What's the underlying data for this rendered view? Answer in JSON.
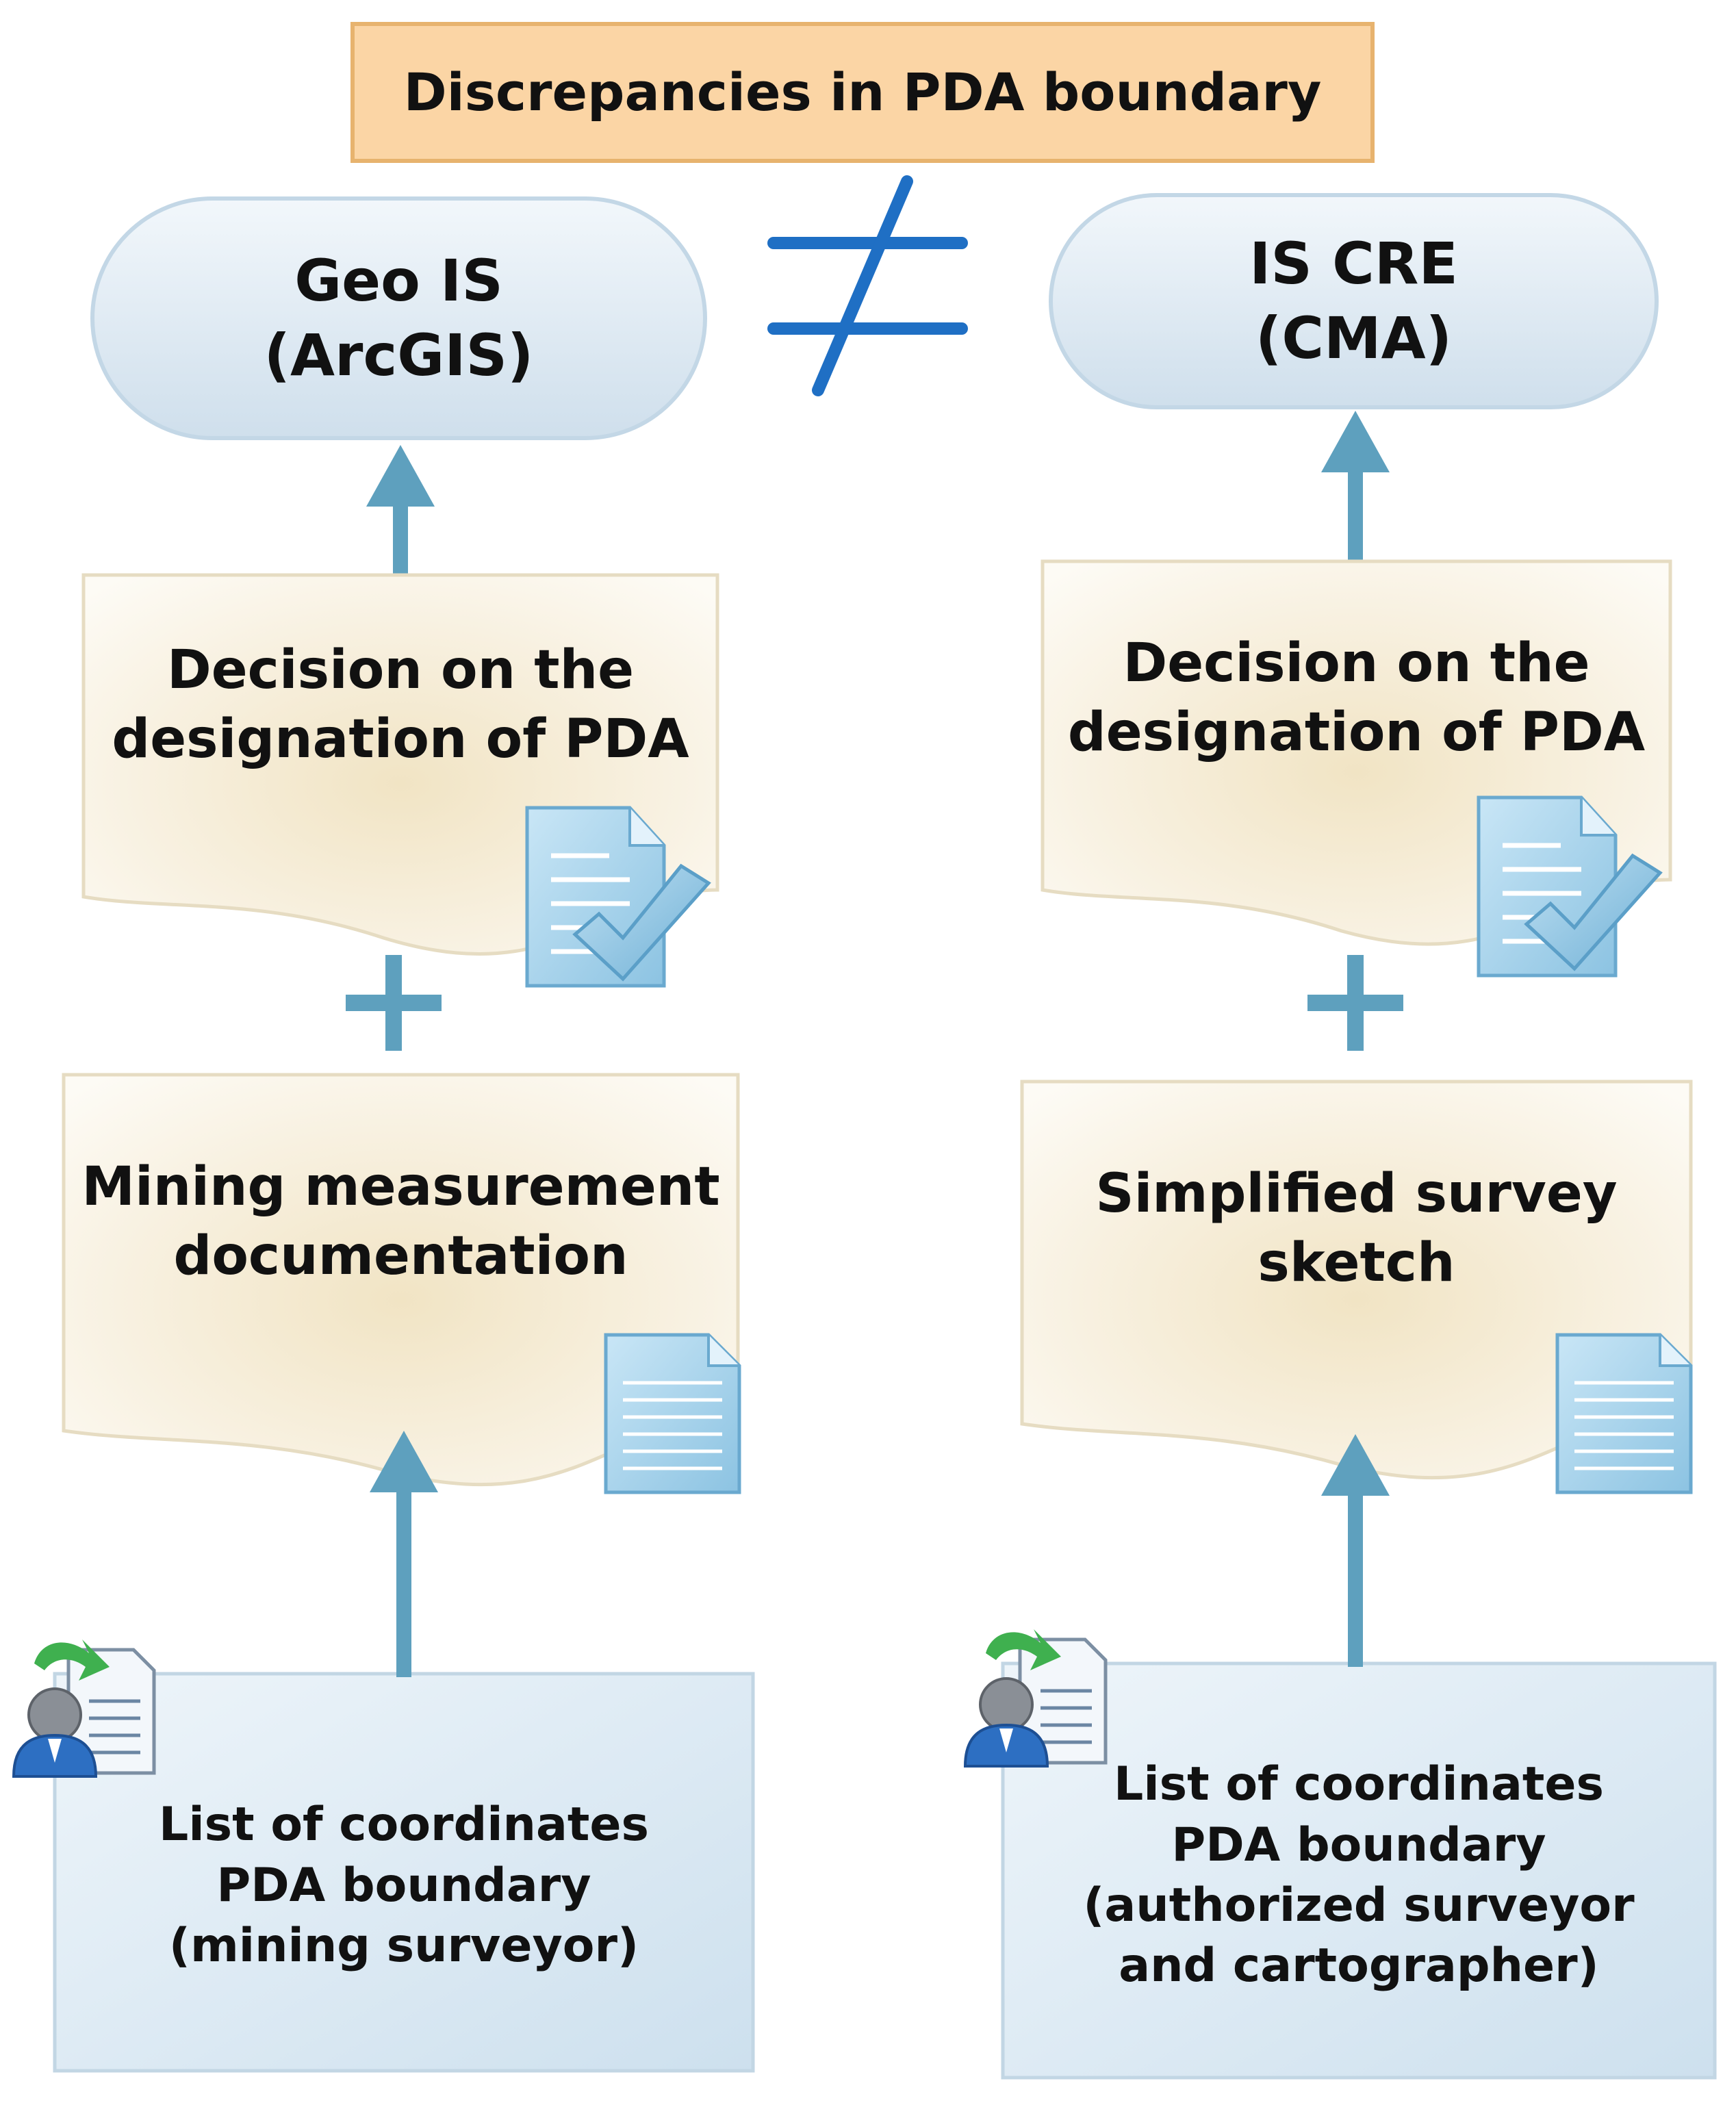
{
  "title": "Discrepancies in PDA boundary",
  "left": {
    "system": [
      "Geo IS",
      "(ArcGIS)"
    ],
    "decision": [
      "Decision on the",
      "designation of PDA"
    ],
    "documentation": [
      "Mining measurement",
      "documentation"
    ],
    "coordinates": [
      "List of coordinates",
      "PDA boundary",
      "(mining surveyor)"
    ]
  },
  "right": {
    "system": [
      "IS CRE",
      "(CMA)"
    ],
    "decision": [
      "Decision on the",
      "designation of PDA"
    ],
    "documentation": [
      "Simplified survey",
      "sketch"
    ],
    "coordinates": [
      "List of coordinates",
      "PDA boundary",
      "(authorized surveyor",
      "and cartographer)"
    ]
  },
  "icons": {
    "not_equal": "not-equal-icon",
    "plus": "plus-icon",
    "document_check": "document-check-icon",
    "document": "document-icon",
    "user_document": "user-document-icon"
  },
  "colors": {
    "title_fill": "#fbd5a5",
    "title_border": "#e7b36e",
    "system_fill": "#dce8f2",
    "system_border": "#c3d7e6",
    "doc_fill": "#f6eedb",
    "doc_border": "#e6dcc2",
    "coord_fill": "#d9e8f3",
    "coord_border": "#c2d6e4",
    "arrow": "#5ea0be",
    "not_equal": "#1f6fc4"
  }
}
